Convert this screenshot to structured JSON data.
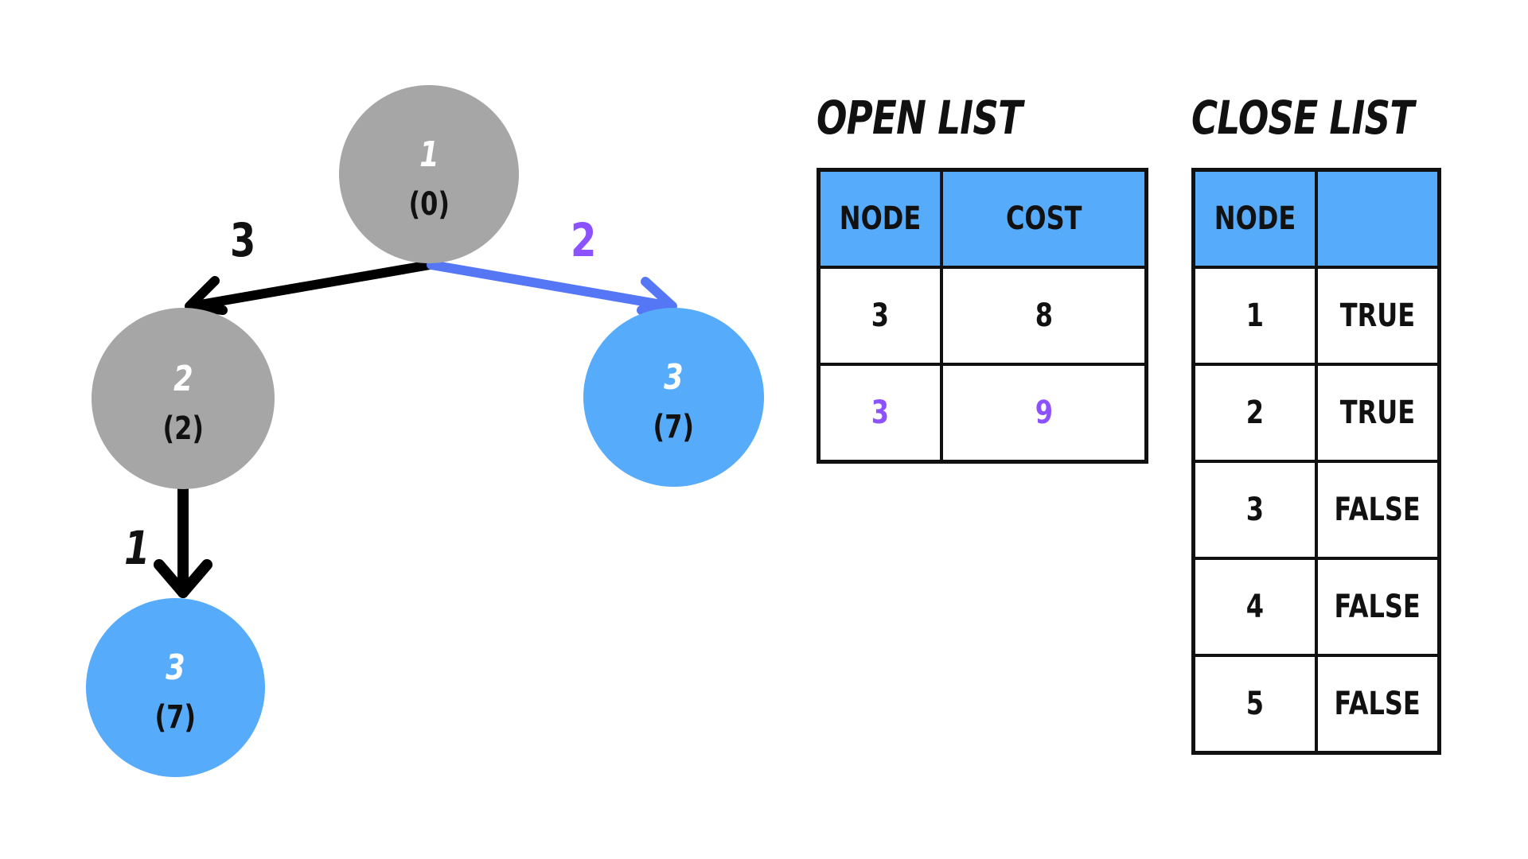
{
  "colors": {
    "visited_node": "#a6a6a6",
    "frontier_node": "#56abfb",
    "highlight_edge": "#5577f5",
    "highlight_text": "#8c52ff",
    "default_edge": "#000000",
    "table_header": "#56abfb"
  },
  "graph": {
    "nodes": [
      {
        "key": "n1",
        "id": "1",
        "cost": "(0)",
        "state": "visited"
      },
      {
        "key": "n2",
        "id": "2",
        "cost": "(2)",
        "state": "visited"
      },
      {
        "key": "n3_right",
        "id": "3",
        "cost": "(7)",
        "state": "frontier"
      },
      {
        "key": "n3_bottom",
        "id": "3",
        "cost": "(7)",
        "state": "frontier"
      }
    ],
    "edges": [
      {
        "from": "1",
        "to": "2",
        "weight": "3",
        "highlighted": false
      },
      {
        "from": "1",
        "to": "3",
        "weight": "2",
        "highlighted": true
      },
      {
        "from": "2",
        "to": "3",
        "weight": "1",
        "highlighted": false
      }
    ]
  },
  "open_list": {
    "title": "OPEN LIST",
    "headers": [
      "NODE",
      "COST"
    ],
    "rows": [
      {
        "node": "3",
        "cost": "8",
        "highlighted": false
      },
      {
        "node": "3",
        "cost": "9",
        "highlighted": true
      }
    ]
  },
  "close_list": {
    "title": "CLOSE LIST",
    "headers": [
      "NODE",
      ""
    ],
    "rows": [
      {
        "node": "1",
        "value": "TRUE"
      },
      {
        "node": "2",
        "value": "TRUE"
      },
      {
        "node": "3",
        "value": "FALSE"
      },
      {
        "node": "4",
        "value": "FALSE"
      },
      {
        "node": "5",
        "value": "FALSE"
      }
    ]
  }
}
